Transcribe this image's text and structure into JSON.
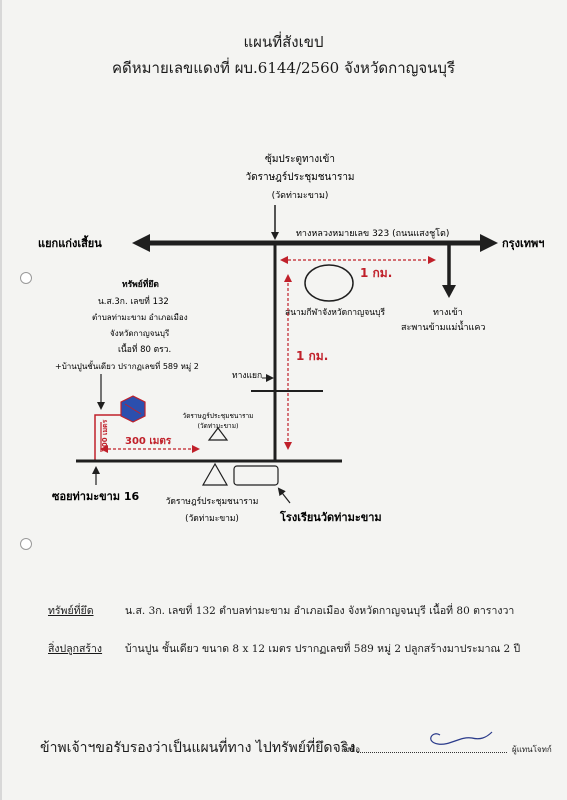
{
  "header": {
    "title": "แผนที่สังเขป",
    "subtitle": "คดีหมายเลขแดงที่ ผบ.6144/2560  จังหวัดกาญจนบุรี"
  },
  "map": {
    "arch_label_1": "ซุ้มประตูทางเข้า",
    "arch_label_2": "วัดราษฎร์ประชุมชนาราม",
    "arch_label_3": "(วัดท่ามะขาม)",
    "left_road_label": "แยกแก่งเสี้ยน",
    "highway_label": "ทางหลวงหมายเลข 323 (ถนนแสงชูโต)",
    "right_road_label": "กรุงเทพฯ",
    "stadium_label": "สนามกีฬาจังหวัดกาญจนบุรี",
    "distance_horizontal": "1 กม.",
    "distance_vertical": "1 กม.",
    "bridge_label_1": "ทางเข้า",
    "bridge_label_2": "สะพานข้ามแม่น้ำแคว",
    "junction_label": "ทางแยก",
    "property_lines": [
      "ทรัพย์ที่ยึด",
      "น.ส.3ก. เลขที่ 132",
      "ตำบลท่ามะขาม  อำเภอเมือง",
      "จังหวัดกาญจนบุรี",
      "เนื้อที่ 80 ตรว.",
      "+บ้านปูนชั้นเดียว ปรากฏเลขที่  589 หมู่ 2"
    ],
    "distance_300": "300 เมตร",
    "distance_200": "200 เมตร",
    "temple_small_1": "วัดราษฎร์ประชุมชนาราม",
    "temple_small_2": "(วัดท่ามะขาม)",
    "temple_lower_1": "วัดราษฎร์ประชุมชนาราม",
    "temple_lower_2": "(วัดท่ามะขาม)",
    "soi_label": "ซอยท่ามะขาม 16",
    "school_label": "โรงเรียนวัดท่ามะขาม",
    "colors": {
      "line": "#1f1f1f",
      "red": "#c0202a",
      "property_fill": "#2b4fae"
    }
  },
  "details": {
    "property_label": "ทรัพย์ที่ยึด",
    "property_text": "น.ส. 3ก. เลขที่  132  ตำบลท่ามะขาม  อำเภอเมือง   จังหวัดกาญจนบุรี      เนื้อที่   80   ตารางวา",
    "building_label": "สิ่งปลูกสร้าง",
    "building_text": "บ้านปูน  ชั้นเดียว  ขนาด  8 x 12  เมตร  ปรากฏเลขที่  589  หมู่ 2    ปลูกสร้างมาประมาณ  2  ปี"
  },
  "footer": {
    "certification": "ข้าพเจ้าฯขอรับรองว่าเป็นแผนที่ทาง ไปทรัพย์ที่ยึดจริง",
    "sign_label": "ลงชื่อ",
    "role_label": "ผู้แทนโจทก์"
  }
}
